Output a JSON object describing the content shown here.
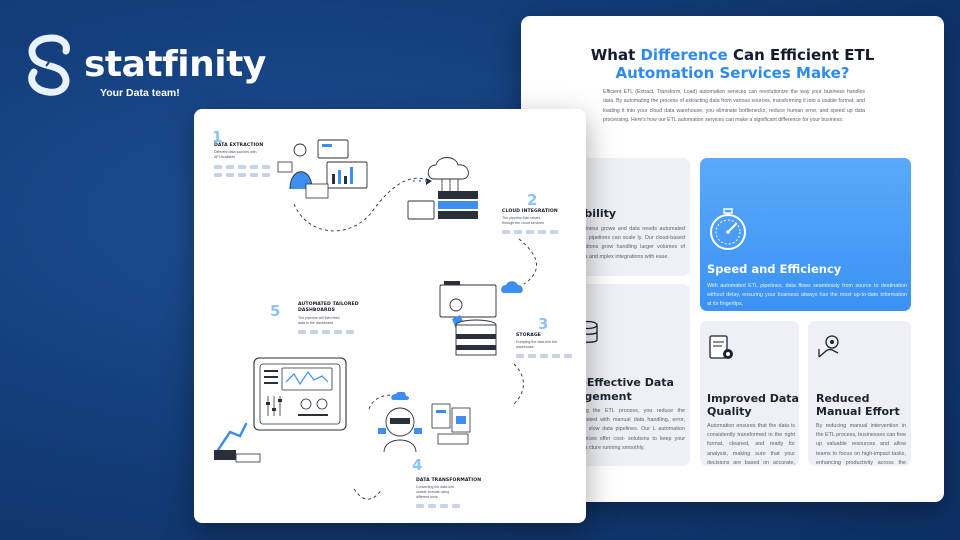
{
  "brand": {
    "name": "statfinity",
    "tagline": "Your Data team!",
    "colors": {
      "accent": "#2c8bf1",
      "background": "#143f7c",
      "logo_light": "#e9f2ff"
    },
    "logo_icon": "infinity-s-logo-icon"
  },
  "right_card": {
    "headline_part1": "What",
    "headline_accent": "Difference",
    "headline_part2": "Can Efficient ETL",
    "headline_line2": "Automation Services Make?",
    "intro": "Efficient ETL (Extract, Transform, Load) automation services can revolutionize the way your business handles data. By automating the process of extracting data from various sources, transforming it into a usable format, and loading it into your cloud data warehouse, you eliminate bottlenecks, reduce human error, and speed up data processing. Here's how our ETL automation services can make a significant difference for your business:",
    "tiles": {
      "scalability": {
        "title": "ability",
        "text": "business grows and data needs automated ETL pipelines can scale ly. Our cloud-based solutions grow handling larger volumes of data and mplex integrations with ease."
      },
      "speed": {
        "title": "Speed and Efficiency",
        "text": "With automated ETL pipelines, data flows seamlessly from source to destination without delay, ensuring your business always has the most up-to-date information at its fingertips.",
        "icon": "stopwatch-icon"
      },
      "cost": {
        "title_line1": "t-Effective Data",
        "title_line2": "agement",
        "text": "ating the ETL process, you reduce the sociated with manual data handling, error, and slow data pipelines. Our L automation services offer cost- solutions to keep your data cture running smoothly.",
        "icon": "database-icon"
      },
      "quality": {
        "title_line1": "Improved Data",
        "title_line2": "Quality",
        "text": "Automation ensures that the data is consistently transformed in the right format, cleaned, and ready for analysis, making sure that your decisions are based on accurate, high-quality data.",
        "icon": "document-gear-icon"
      },
      "manual": {
        "title_line1": "Reduced",
        "title_line2": "Manual Effort",
        "text": "By reducing manual intervention in the ETL process, businesses can free up valuable resources and allow teams to focus on high-impact tasks, enhancing productivity across the board.",
        "icon": "hand-gear-icon"
      }
    }
  },
  "left_card": {
    "steps": [
      {
        "num": "1",
        "title": "DATA EXTRACTION",
        "text_line1": "Different data sources with",
        "text_line2": "API Available"
      },
      {
        "num": "2",
        "title": "CLOUD INTEGRATION",
        "text_line1": "The pipeline that moves",
        "text_line2": "through the cloud services"
      },
      {
        "num": "3",
        "title": "STORAGE",
        "text_line1": "Dumping the data into the",
        "text_line2": "warehouse"
      },
      {
        "num": "4",
        "title": "DATA TRANSFORMATION",
        "text_line1": "Converting the data into",
        "text_line2": "usable formats using",
        "text_line3": "different tools."
      },
      {
        "num": "5",
        "title_line1": "AUTOMATED TAILORED",
        "title_line2": "DASHBOARDS",
        "text_line1": "The pipeline will then feed",
        "text_line2": "data to the dashboard"
      }
    ]
  }
}
